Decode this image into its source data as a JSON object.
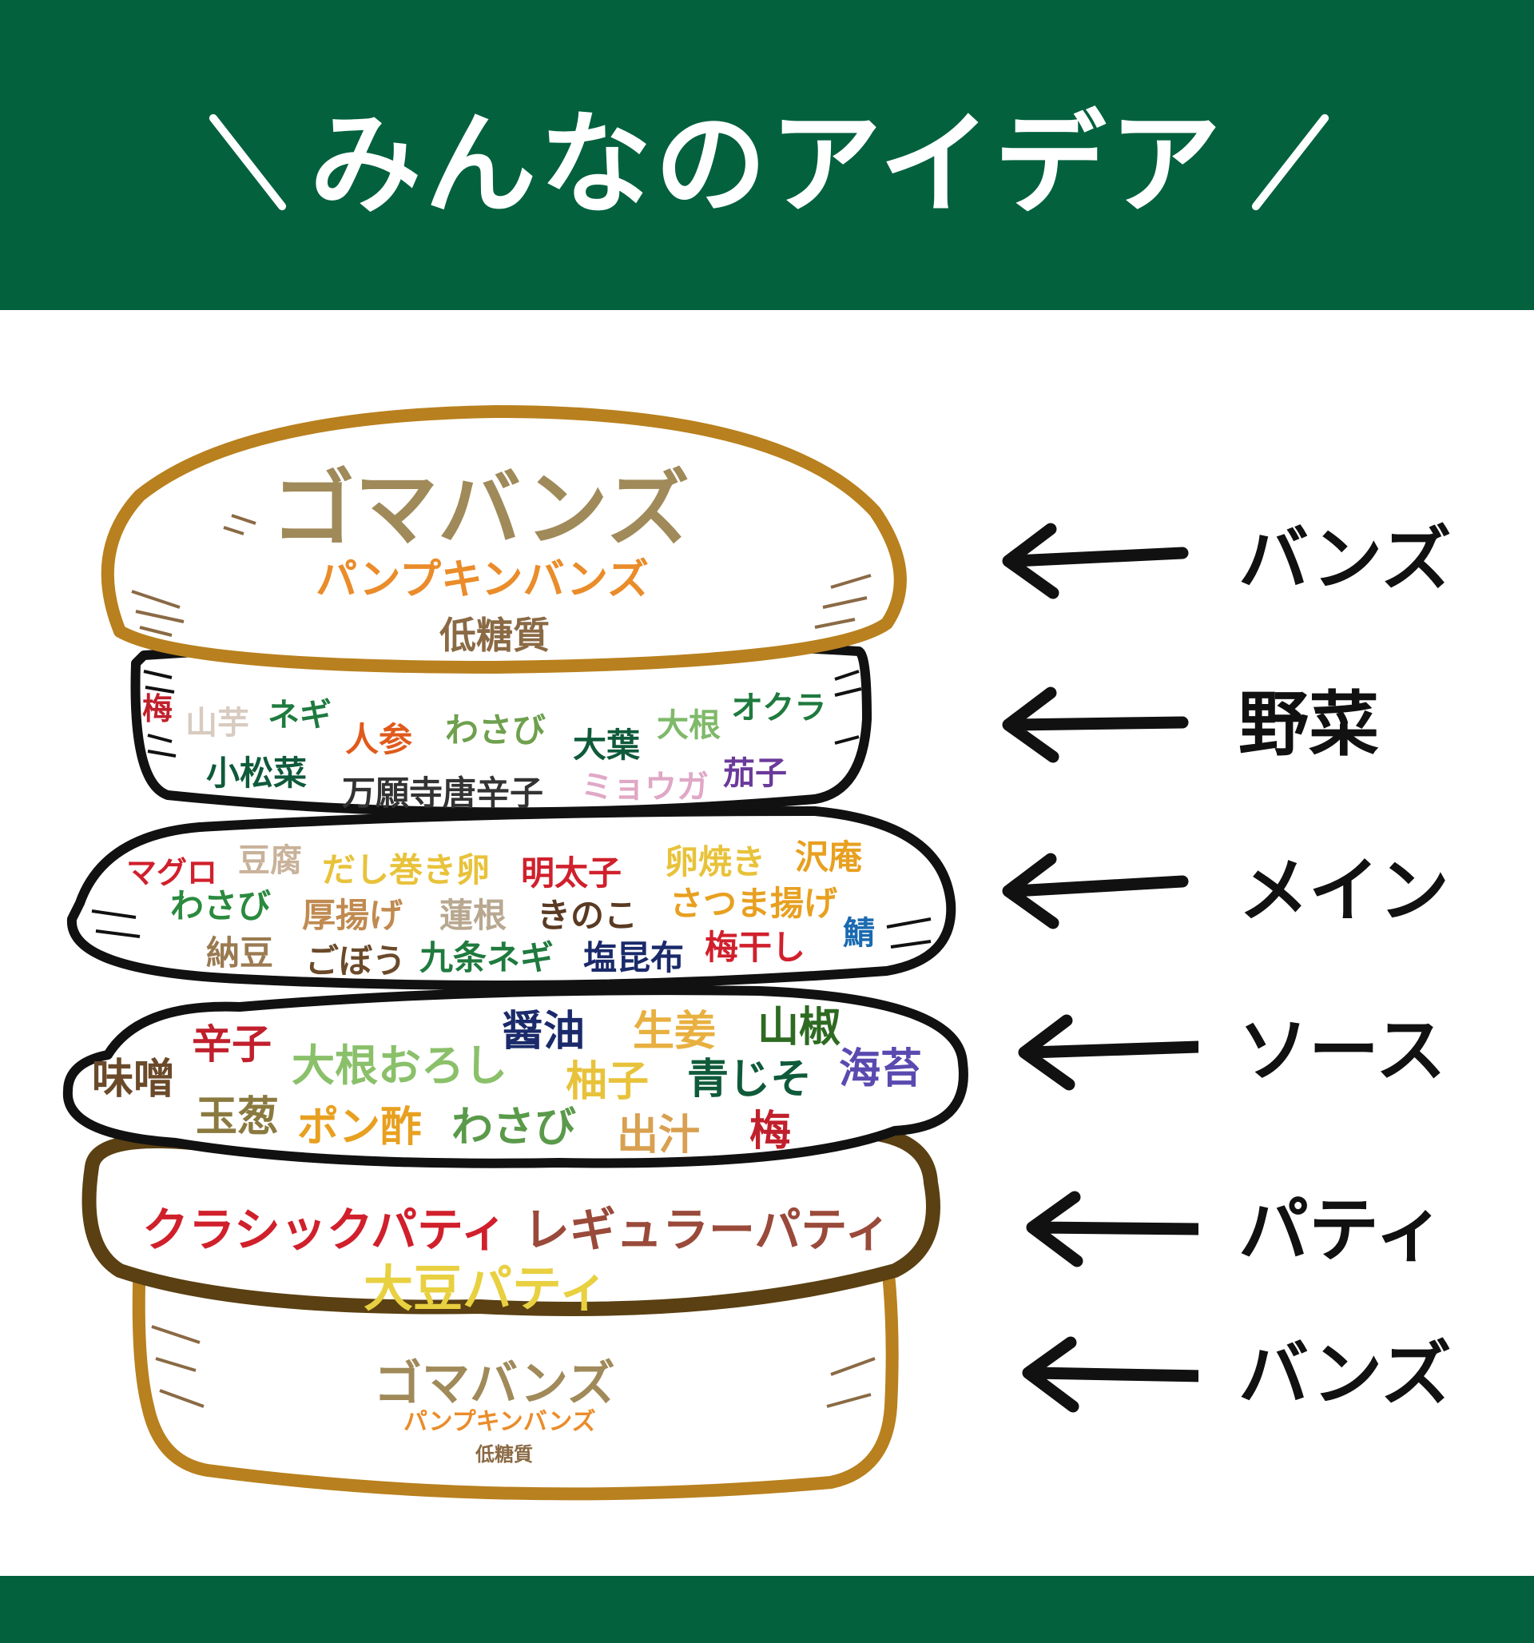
{
  "header": {
    "title": "みんなのアイデア"
  },
  "layers": [
    {
      "id": "bun-top",
      "words": [
        {
          "text": "ゴマバンズ",
          "color": "#a08a5a"
        },
        {
          "text": "パンプキンバンズ",
          "color": "#ea8c2a"
        },
        {
          "text": "低糖質",
          "color": "#8a6a45"
        }
      ]
    },
    {
      "id": "vegetables",
      "words": [
        {
          "text": "梅",
          "color": "#c0202c"
        },
        {
          "text": "山芋",
          "color": "#d8cbbf"
        },
        {
          "text": "ネギ",
          "color": "#1f7a3e"
        },
        {
          "text": "人参",
          "color": "#e05a1c"
        },
        {
          "text": "わさび",
          "color": "#6ea04e"
        },
        {
          "text": "大葉",
          "color": "#0f5a3a"
        },
        {
          "text": "大根",
          "color": "#7fb96a"
        },
        {
          "text": "オクラ",
          "color": "#1f7a3e"
        },
        {
          "text": "小松菜",
          "color": "#0f5a3a"
        },
        {
          "text": "万願寺唐辛子",
          "color": "#333333"
        },
        {
          "text": "ミョウガ",
          "color": "#e0a8c6"
        },
        {
          "text": "茄子",
          "color": "#6a3a9a"
        }
      ]
    },
    {
      "id": "main",
      "words": [
        {
          "text": "マグロ",
          "color": "#d0202c"
        },
        {
          "text": "豆腐",
          "color": "#c9b29a"
        },
        {
          "text": "だし巻き卵",
          "color": "#e8c23a"
        },
        {
          "text": "明太子",
          "color": "#d0202c"
        },
        {
          "text": "卵焼き",
          "color": "#e8c23a"
        },
        {
          "text": "沢庵",
          "color": "#e8a020"
        },
        {
          "text": "わさび",
          "color": "#2a8a3e"
        },
        {
          "text": "厚揚げ",
          "color": "#c08a50"
        },
        {
          "text": "蓮根",
          "color": "#b8a890"
        },
        {
          "text": "きのこ",
          "color": "#5a3a22"
        },
        {
          "text": "さつま揚げ",
          "color": "#e8a020"
        },
        {
          "text": "鯖",
          "color": "#1a6ab0"
        },
        {
          "text": "納豆",
          "color": "#9a7a50"
        },
        {
          "text": "ごぼう",
          "color": "#6a4a2a"
        },
        {
          "text": "九条ネギ",
          "color": "#1f7a3e"
        },
        {
          "text": "塩昆布",
          "color": "#1a2a6a"
        },
        {
          "text": "梅干し",
          "color": "#d0202c"
        }
      ]
    },
    {
      "id": "sauce",
      "words": [
        {
          "text": "辛子",
          "color": "#c0202c"
        },
        {
          "text": "醤油",
          "color": "#1a2a6a"
        },
        {
          "text": "生姜",
          "color": "#e8b040"
        },
        {
          "text": "山椒",
          "color": "#2e6a22"
        },
        {
          "text": "味噌",
          "color": "#6a4a2a"
        },
        {
          "text": "大根おろし",
          "color": "#8ac06a"
        },
        {
          "text": "柚子",
          "color": "#e8c23a"
        },
        {
          "text": "青じそ",
          "color": "#0f5a3a"
        },
        {
          "text": "海苔",
          "color": "#5a4ab0"
        },
        {
          "text": "玉葱",
          "color": "#8a7a40"
        },
        {
          "text": "ポン酢",
          "color": "#e8a020"
        },
        {
          "text": "わさび",
          "color": "#5a9a4a"
        },
        {
          "text": "出汁",
          "color": "#d8a050"
        },
        {
          "text": "梅",
          "color": "#c0202c"
        }
      ]
    },
    {
      "id": "patty",
      "words": [
        {
          "text": "クラシックパティ",
          "color": "#d0202c"
        },
        {
          "text": "レギュラーパティ",
          "color": "#9a4a3a"
        },
        {
          "text": "大豆パティ",
          "color": "#e8d040"
        }
      ]
    },
    {
      "id": "bun-bottom",
      "words": [
        {
          "text": "ゴマバンズ",
          "color": "#a08a5a"
        },
        {
          "text": "パンプキンバンズ",
          "color": "#ea8c2a"
        },
        {
          "text": "低糖質",
          "color": "#8a6a45"
        }
      ]
    }
  ],
  "legend": [
    {
      "label": "バンズ"
    },
    {
      "label": "野菜"
    },
    {
      "label": "メイン"
    },
    {
      "label": "ソース"
    },
    {
      "label": "パティ"
    },
    {
      "label": "バンズ"
    }
  ]
}
